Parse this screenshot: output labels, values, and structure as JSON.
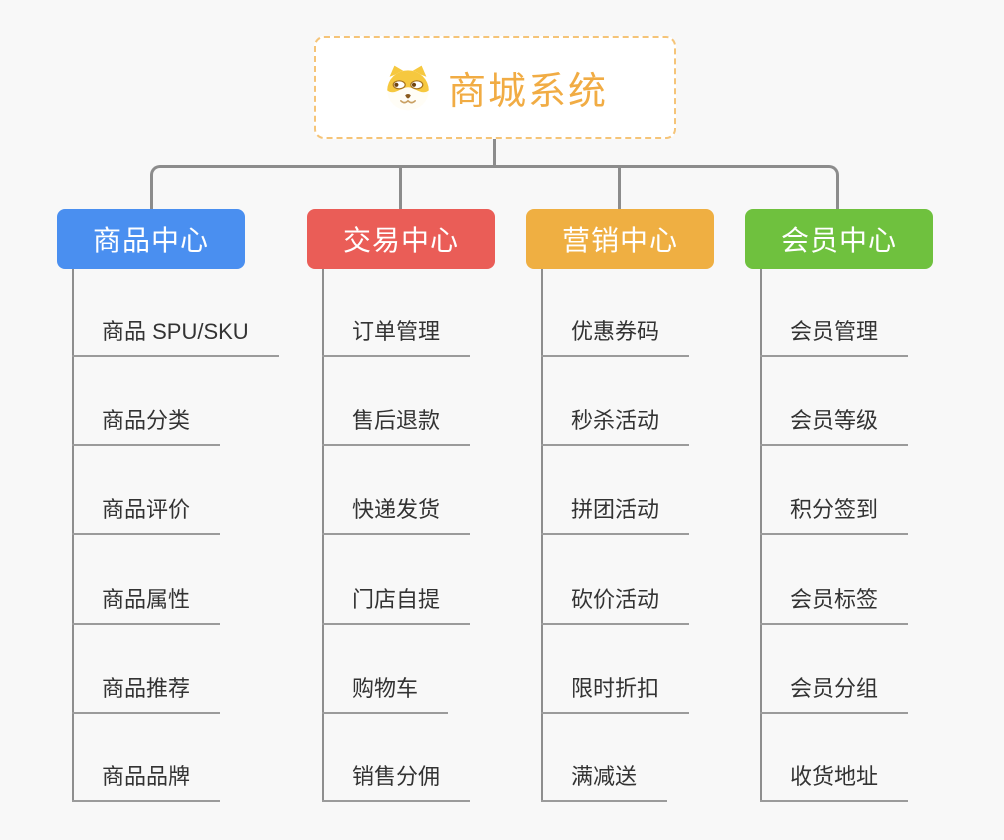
{
  "root": {
    "title": "商城系统",
    "icon": "dog-face-icon",
    "title_color": "#F1AC44",
    "border_color": "#F5C478",
    "background": "#FFFFFF"
  },
  "colors": {
    "page_background": "#F8F8F8",
    "connector": "#8C8C8C",
    "item_line": "#9B9B9B",
    "item_text": "#333333"
  },
  "branches": [
    {
      "label": "商品中心",
      "color": "#4A8FF0",
      "items": [
        "商品 SPU/SKU",
        "商品分类",
        "商品评价",
        "商品属性",
        "商品推荐",
        "商品品牌"
      ]
    },
    {
      "label": "交易中心",
      "color": "#EA5D57",
      "items": [
        "订单管理",
        "售后退款",
        "快递发货",
        "门店自提",
        "购物车",
        "销售分佣"
      ]
    },
    {
      "label": "营销中心",
      "color": "#EFAF42",
      "items": [
        "优惠券码",
        "秒杀活动",
        "拼团活动",
        "砍价活动",
        "限时折扣",
        "满减送"
      ]
    },
    {
      "label": "会员中心",
      "color": "#6FC13E",
      "items": [
        "会员管理",
        "会员等级",
        "积分签到",
        "会员标签",
        "会员分组",
        "收货地址"
      ]
    }
  ]
}
